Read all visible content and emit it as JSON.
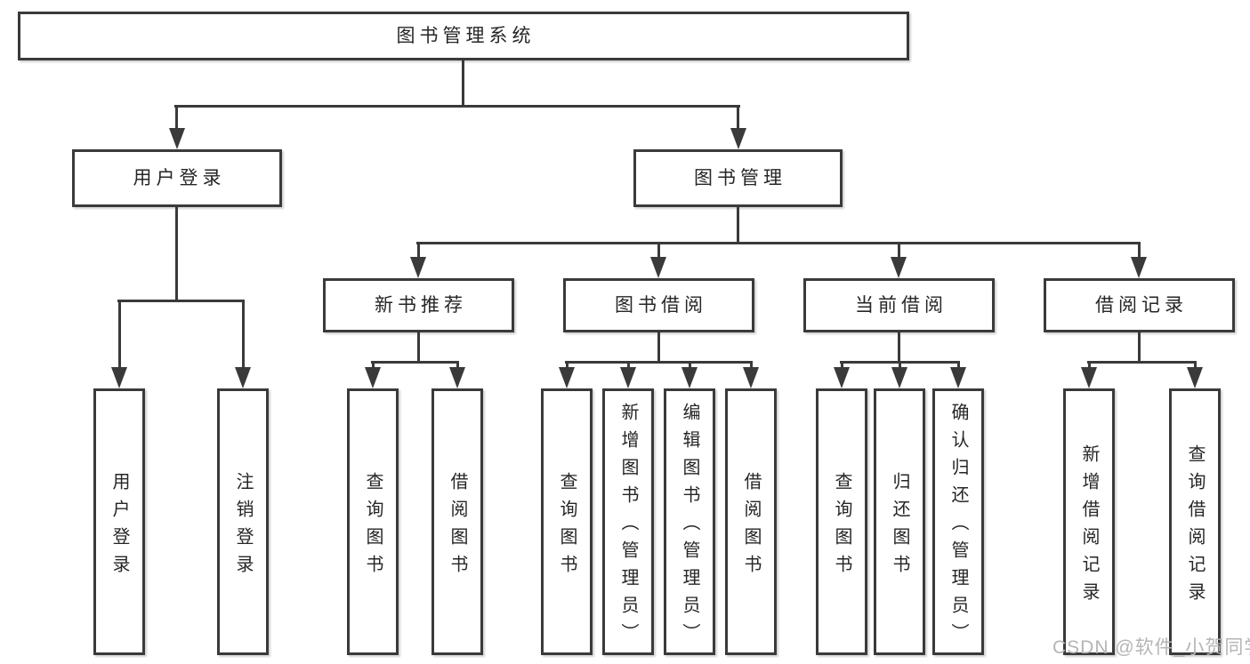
{
  "tree": {
    "root": {
      "label": "图书管理系统"
    },
    "branches": [
      {
        "label": "用户登录",
        "children": [
          {
            "label": "用户登录"
          },
          {
            "label": "注销登录"
          }
        ]
      },
      {
        "label": "图书管理",
        "children": [
          {
            "label": "新书推荐",
            "children": [
              {
                "label": "查询图书"
              },
              {
                "label": "借阅图书"
              }
            ]
          },
          {
            "label": "图书借阅",
            "children": [
              {
                "label": "查询图书"
              },
              {
                "label": "新增图书（管理员）"
              },
              {
                "label": "编辑图书（管理员）"
              },
              {
                "label": "借阅图书"
              }
            ]
          },
          {
            "label": "当前借阅",
            "children": [
              {
                "label": "查询图书"
              },
              {
                "label": "归还图书"
              },
              {
                "label": "确认归还（管理员）"
              }
            ]
          },
          {
            "label": "借阅记录",
            "children": [
              {
                "label": "新增借阅记录"
              },
              {
                "label": "查询借阅记录"
              }
            ]
          }
        ]
      }
    ]
  },
  "watermark": {
    "text": "CSDN @软件_小贺同学"
  },
  "colors": {
    "line": "#3a3a3a",
    "text": "#262626",
    "background": "#ffffff",
    "watermark": "#b5b5b5"
  }
}
